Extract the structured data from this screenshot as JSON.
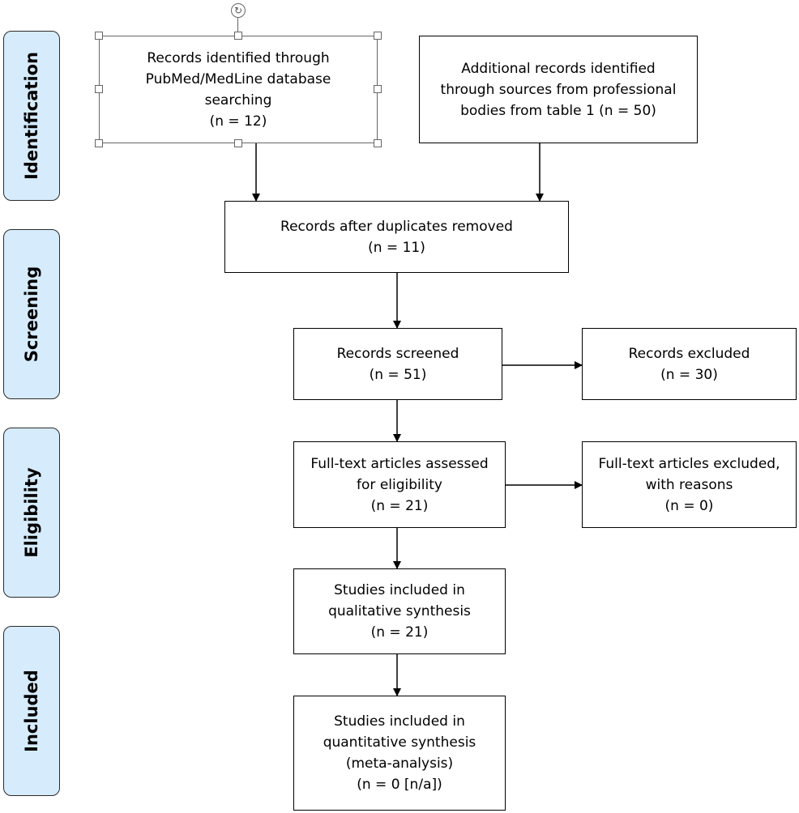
{
  "phases": {
    "identification": "Identification",
    "screening": "Screening",
    "eligibility": "Eligibility",
    "included": "Included"
  },
  "boxes": {
    "pubmed": [
      "Records identified through",
      "PubMed/MedLine database",
      "searching",
      "(n = 12)"
    ],
    "additional": [
      "Additional records identified",
      "through sources from professional",
      "bodies from table 1 (n = 50)"
    ],
    "duplicates": [
      "Records after duplicates removed",
      "(n = 11)"
    ],
    "screened": [
      "Records screened",
      "(n = 51)"
    ],
    "excluded": [
      "Records excluded",
      "(n = 30)"
    ],
    "fulltext": [
      "Full-text articles assessed",
      "for eligibility",
      "(n = 21)"
    ],
    "fulltext_excluded": [
      "Full-text articles excluded,",
      "with reasons",
      "(n = 0)"
    ],
    "qualitative": [
      "Studies included in",
      "qualitative synthesis",
      "(n = 21)"
    ],
    "quantitative": [
      "Studies included in",
      "quantitative synthesis",
      "(meta-analysis)",
      "(n = 0 [n/a])"
    ]
  },
  "icons": {
    "rotate_handle": "rotate-icon",
    "rotate_glyph": "↻"
  }
}
